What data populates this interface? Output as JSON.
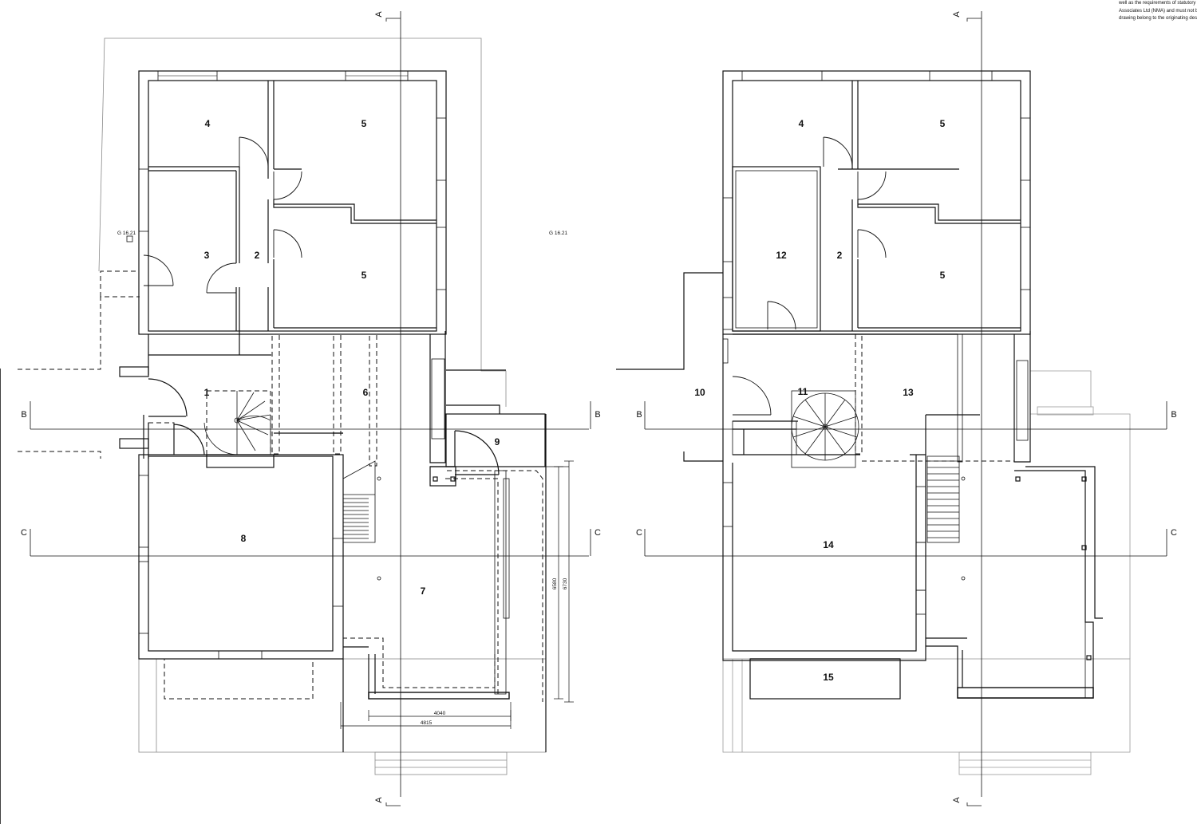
{
  "note": {
    "lines": [
      "well as the requirements of statutory aut",
      "Associates Ltd (NMA) and must not be r",
      "drawing belong to the originating designe"
    ]
  },
  "section_markers": {
    "A": "A",
    "B": "B",
    "C": "C"
  },
  "existing_plan": {
    "level_label": "G 16.21",
    "rooms": {
      "r1": "1",
      "r2": "2",
      "r3": "3",
      "r4": "4",
      "r5a": "5",
      "r5b": "5",
      "r6": "6",
      "r7": "7",
      "r8": "8",
      "r9": "9"
    },
    "dimensions": {
      "d4040": "4040",
      "d4815": "4815",
      "d6580": "6580",
      "d6730": "6730"
    }
  },
  "proposed_plan": {
    "level_label": "G 16.21",
    "rooms": {
      "r2": "2",
      "r4": "4",
      "r5a": "5",
      "r5b": "5",
      "r10": "10",
      "r11": "11",
      "r12": "12",
      "r13": "13",
      "r14": "14",
      "r15": "15"
    }
  },
  "colors": {
    "line": "#111111",
    "faint": "#9a9a9a",
    "paper": "#ffffff"
  }
}
